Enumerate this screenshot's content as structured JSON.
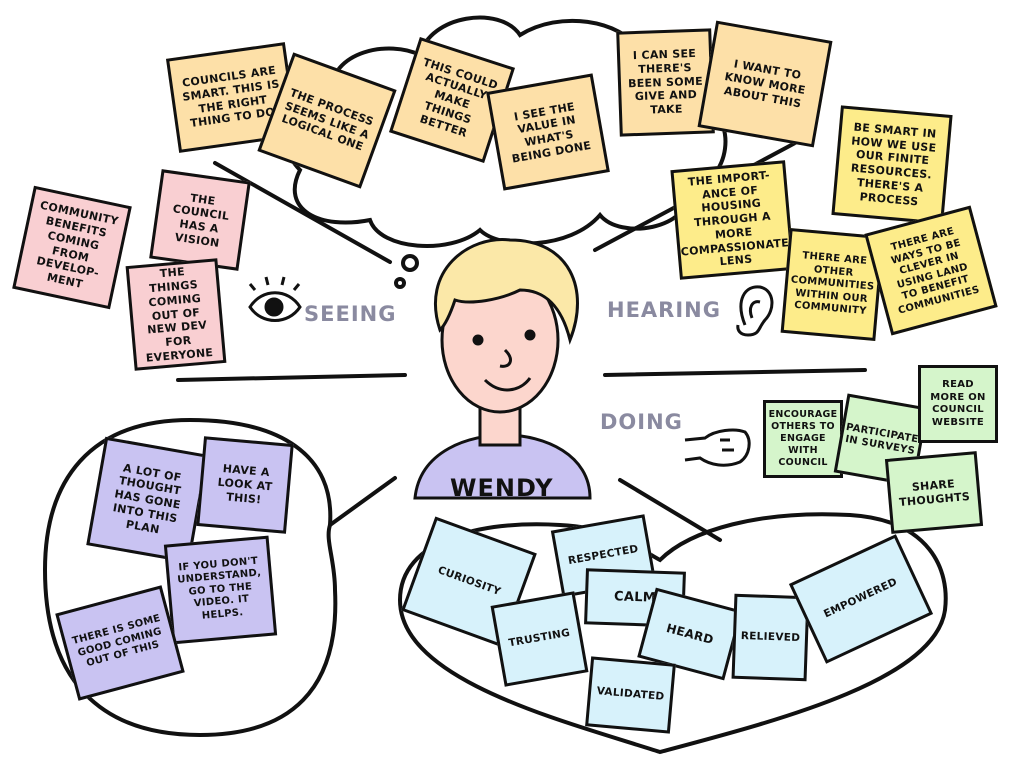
{
  "person": {
    "name": "WENDY"
  },
  "labels": {
    "seeing": "SEEING",
    "hearing": "HEARING",
    "doing": "DOING"
  },
  "colors": {
    "thinking": "#fde0a8",
    "hearing": "#fdec8a",
    "seeing": "#f9cfd2",
    "saying": "#c9c3f2",
    "doing": "#d5f5cb",
    "feeling": "#d7f2fb",
    "label": "#8a8aa0"
  },
  "thinking": [
    "COUNCILS ARE SMART. THIS IS THE RIGHT THING TO DO.",
    "THE PROCESS SEEMS LIKE A LOGICAL ONE",
    "THIS COULD ACTUALLY MAKE THINGS BETTER",
    "I SEE THE VALUE IN WHAT'S BEING DONE",
    "I CAN SEE THERE'S BEEN SOME GIVE AND TAKE",
    "I WANT TO KNOW MORE ABOUT THIS"
  ],
  "hearing": [
    "BE SMART IN HOW WE USE OUR FINITE RESOURCES. THERE'S A PROCESS",
    "THE IMPORT-ANCE OF HOUSING THROUGH A MORE COMPASSIONATE LENS",
    "THERE ARE OTHER COMMUNITIES WITHIN OUR COMMUNITY",
    "THERE ARE WAYS TO BE CLEVER IN USING LAND TO BENEFIT COMMUNITIES"
  ],
  "seeing": [
    "COMMUNITY BENEFITS COMING FROM DEVELOP-MENT",
    "THE COUNCIL HAS A VISION",
    "THE THINGS COMING OUT OF NEW DEV FOR EVERYONE"
  ],
  "saying": [
    "A LOT OF THOUGHT HAS GONE INTO THIS PLAN",
    "HAVE A LOOK AT THIS!",
    "IF YOU DON'T UNDERSTAND, GO TO THE VIDEO. IT HELPS.",
    "THERE IS SOME GOOD COMING OUT OF THIS"
  ],
  "doing": [
    "ENCOURAGE OTHERS TO ENGAGE WITH COUNCIL",
    "PARTICIPATE IN SURVEYS",
    "READ MORE ON COUNCIL WEBSITE",
    "SHARE THOUGHTS"
  ],
  "feeling": [
    "CURIOSITY",
    "RESPECTED",
    "CALM",
    "TRUSTING",
    "HEARD",
    "RELIEVED",
    "VALIDATED",
    "EMPOWERED"
  ],
  "icons": {
    "seeing": "eye-icon",
    "hearing": "ear-icon",
    "doing": "hand-icon"
  }
}
